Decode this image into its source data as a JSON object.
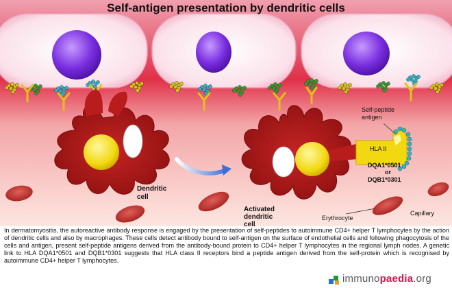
{
  "title": "Self-antigen presentation by dendritic cells",
  "labels": {
    "dendritic_cell": "Dendritic\ncell",
    "activated_dendritic_cell": "Activated\ndendritic\ncell",
    "erythrocyte": "Erythrocyte",
    "capillary": "Capillary",
    "self_peptide_antigen": "Self-peptide\nantigen",
    "hla_ii": "HLA II",
    "dqa": "DQA1*0501",
    "or": "or",
    "dqb": "DQB1*0301"
  },
  "caption": "In dermatomyositis, the autoreactive antibody response is engaged by the presentation of self-peptides to autoimmune CD4+ helper T lymphocytes by the action of dendritic cells and also by macrophages. These cells detect antibody bound to self-antigen on the surface of endothelial cells and following phagocytosis of the cells and antigen, present self-peptide antigens derived from the antibody-bound protein to CD4+ helper T lymphocytes in the regional lymph nodes. A genetic link to HLA DQA1*0501 and DQB1*0301 suggests that HLA class II receptors bind a peptide antigen derived from the self-protein which is recognised by autoimmune CD4+ helper T lymphocytes.",
  "brand": {
    "prefix": "immuno",
    "highlight": "paedia",
    "suffix": ".org"
  },
  "colors": {
    "endothelium": "#f9d0dc",
    "nucleus": "#8a3fe0",
    "dendritic": "#b81c1c",
    "dc_nucleus": "#f2dd10",
    "antigen_green": "#3a9a2a",
    "antigen_cyan": "#2fb5c8",
    "antigen_yellow": "#d8c414",
    "antibody": "#e2c21a",
    "erythrocyte": "#c43a35",
    "brand_pink": "#d4144a"
  }
}
